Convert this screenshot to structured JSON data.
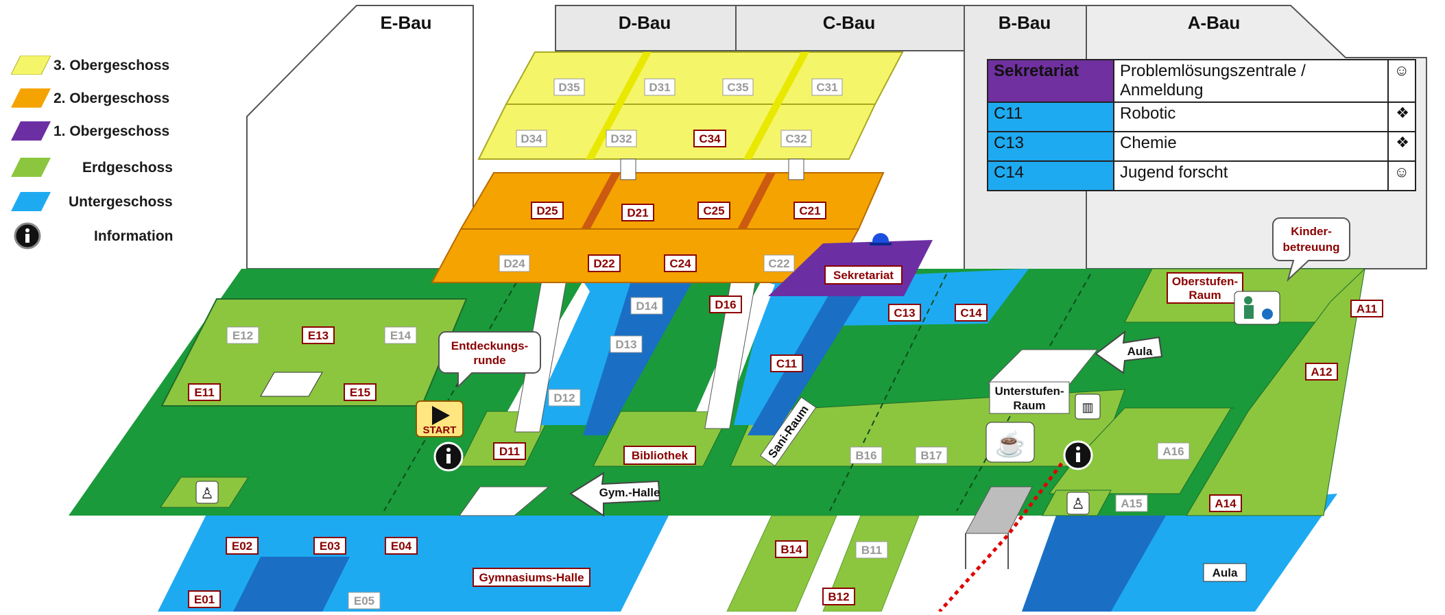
{
  "buildings": [
    "E-Bau",
    "D-Bau",
    "C-Bau",
    "B-Bau",
    "A-Bau"
  ],
  "legend": [
    {
      "label": "3. Obergeschoss",
      "color": "#f5f56a"
    },
    {
      "label": "2. Obergeschoss",
      "color": "#f5a300"
    },
    {
      "label": "1. Obergeschoss",
      "color": "#6b2fa3"
    },
    {
      "label": "Erdgeschoss",
      "color": "#8cc63f"
    },
    {
      "label": "Untergeschoss",
      "color": "#1eaaf1"
    },
    {
      "label": "Information",
      "icon": "info-icon"
    }
  ],
  "table": [
    {
      "code": "Sekretariat",
      "desc": "Problemlösungszentrale / Anmeldung",
      "symbol": "☺",
      "color": "#7030a0"
    },
    {
      "code": "C11",
      "desc": "Robotic",
      "symbol": "❖",
      "color": "#1eaaf1"
    },
    {
      "code": "C13",
      "desc": "Chemie",
      "symbol": "❖",
      "color": "#1eaaf1"
    },
    {
      "code": "C14",
      "desc": "Jugend forscht",
      "symbol": "☺",
      "color": "#1eaaf1"
    }
  ],
  "rooms": {
    "d35": "D35",
    "d31": "D31",
    "c35": "C35",
    "c31": "C31",
    "d34": "D34",
    "d32": "D32",
    "c34": "C34",
    "c32": "C32",
    "d25": "D25",
    "d21": "D21",
    "c25": "C25",
    "c21": "C21",
    "d24": "D24",
    "d22": "D22",
    "c24": "C24",
    "c22": "C22",
    "sekretariat": "Sekretariat",
    "d14": "D14",
    "d16": "D16",
    "d13": "D13",
    "d12": "D12",
    "d11": "D11",
    "c13": "C13",
    "c14": "C14",
    "c11": "C11",
    "e12": "E12",
    "e13": "E13",
    "e14": "E14",
    "e11": "E11",
    "e15": "E15",
    "bibliothek": "Bibliothek",
    "sani": "Sani-Raum",
    "b16": "B16",
    "b17": "B17",
    "unterstufen1": "Unterstufen-",
    "unterstufen2": "Raum",
    "oberstufen1": "Oberstufen-",
    "oberstufen2": "Raum",
    "a11": "A11",
    "a12": "A12",
    "a16": "A16",
    "a15": "A15",
    "a14": "A14",
    "e02": "E02",
    "e03": "E03",
    "e04": "E04",
    "e01": "E01",
    "e05": "E05",
    "gymhalle": "Gymnasiums-Halle",
    "b14": "B14",
    "b11": "B11",
    "b12": "B12",
    "aula": "Aula"
  },
  "callouts": {
    "entdeckung1": "Entdeckungs-",
    "entdeckung2": "runde",
    "kinder1": "Kinder-",
    "kinder2": "betreuung",
    "start": "START",
    "gym_arrow": "Gym.-Halle",
    "aula_arrow": "Aula"
  }
}
